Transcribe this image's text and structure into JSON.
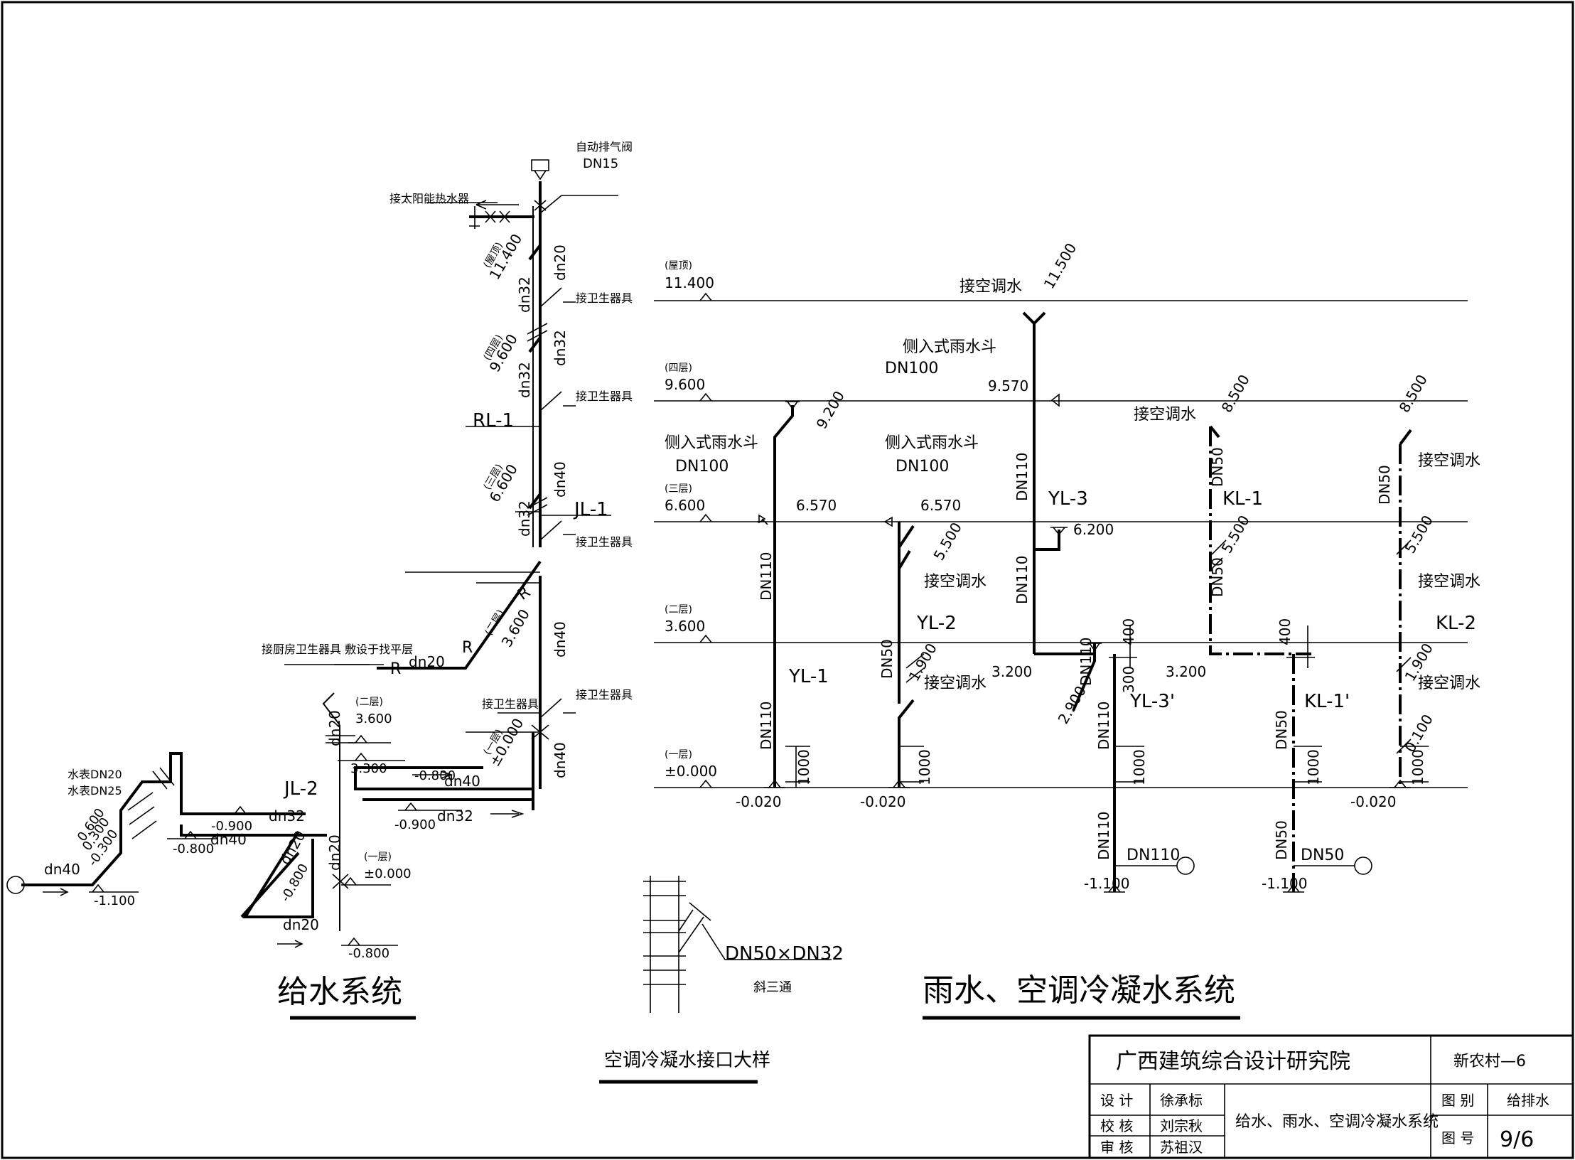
{
  "water_supply": {
    "title": "给水系统",
    "labels": {
      "auto_air_valve": "自动排气阀",
      "auto_air_valve_dn": "DN15",
      "solar_heater": "接太阳能热水器",
      "fixture_1": "接卫生器具",
      "fixture_2": "接卫生器具",
      "fixture_3": "接卫生器具",
      "fixture_4": "接卫生器具",
      "fixture_5": "接卫生器具",
      "kitchen": "接厨房卫生器具 敷设于找平层",
      "meter_dn20": "水表DN20",
      "meter_dn25": "水表DN25",
      "rl1": "RL-1",
      "jl1": "JL-1",
      "jl2": "JL-2",
      "r": "R",
      "dn20": "dn20",
      "dn32": "dn32",
      "dn40": "dn40",
      "roof_tag": "(屋顶)",
      "roof_elev": "11.400",
      "f4_tag": "(四层)",
      "f4_elev": "9.600",
      "f3_tag": "(三层)",
      "f3_elev": "6.600",
      "f2_tag": "(二层)",
      "f2_elev": "3.600",
      "f1_tag": "(一层)",
      "f1_elev": "±0.000",
      "e_330": "3.300",
      "e_m0800": "-0.800",
      "e_m0900": "-0.900",
      "e_m1100": "-1.100",
      "e_0600": "0.600",
      "e_0300": "0.300",
      "e_m0300": "-0.300"
    }
  },
  "rain_system": {
    "title": "雨水、空调冷凝水系统",
    "floors": [
      {
        "tag": "(屋顶)",
        "elev": "11.400"
      },
      {
        "tag": "(四层)",
        "elev": "9.600"
      },
      {
        "tag": "(三层)",
        "elev": "6.600"
      },
      {
        "tag": "(二层)",
        "elev": "3.600"
      },
      {
        "tag": "(一层)",
        "elev": "±0.000"
      }
    ],
    "labels": {
      "ac_water": "接空调水",
      "side_drain": "侧入式雨水斗",
      "dn100": "DN100",
      "dn110": "DN110",
      "dn50": "DN50",
      "yl1": "YL-1",
      "yl2": "YL-2",
      "yl3": "YL-3",
      "yl3p": "YL-3'",
      "kl1": "KL-1",
      "kl1p": "KL-1'",
      "kl2": "KL-2",
      "e_11500": "11.500",
      "e_9570": "9.570",
      "e_9200": "9.200",
      "e_8500": "8.500",
      "e_6570": "6.570",
      "e_6200": "6.200",
      "e_5500": "5.500",
      "e_3200": "3.200",
      "e_2900": "2.900",
      "e_1900": "1.900",
      "e_0100": "0.100",
      "e_m0020": "-0.020",
      "e_m1100": "-1.100",
      "d_1000": "1000",
      "d_400": "400",
      "d_300": "300"
    }
  },
  "detail": {
    "title": "空调冷凝水接口大样",
    "size": "DN50×DN32",
    "name": "斜三通"
  },
  "title_block": {
    "institute": "广西建筑综合设计研究院",
    "project": "新农村—6",
    "design_label": "设  计",
    "designer": "徐承标",
    "check_label": "校  核",
    "checker": "刘宗秋",
    "review_label": "审  核",
    "reviewer": "苏祖汉",
    "drawing_title": "给水、雨水、空调冷凝水系统",
    "category_label": "图  别",
    "category": "给排水",
    "number_label": "图  号",
    "number": "9/6"
  }
}
